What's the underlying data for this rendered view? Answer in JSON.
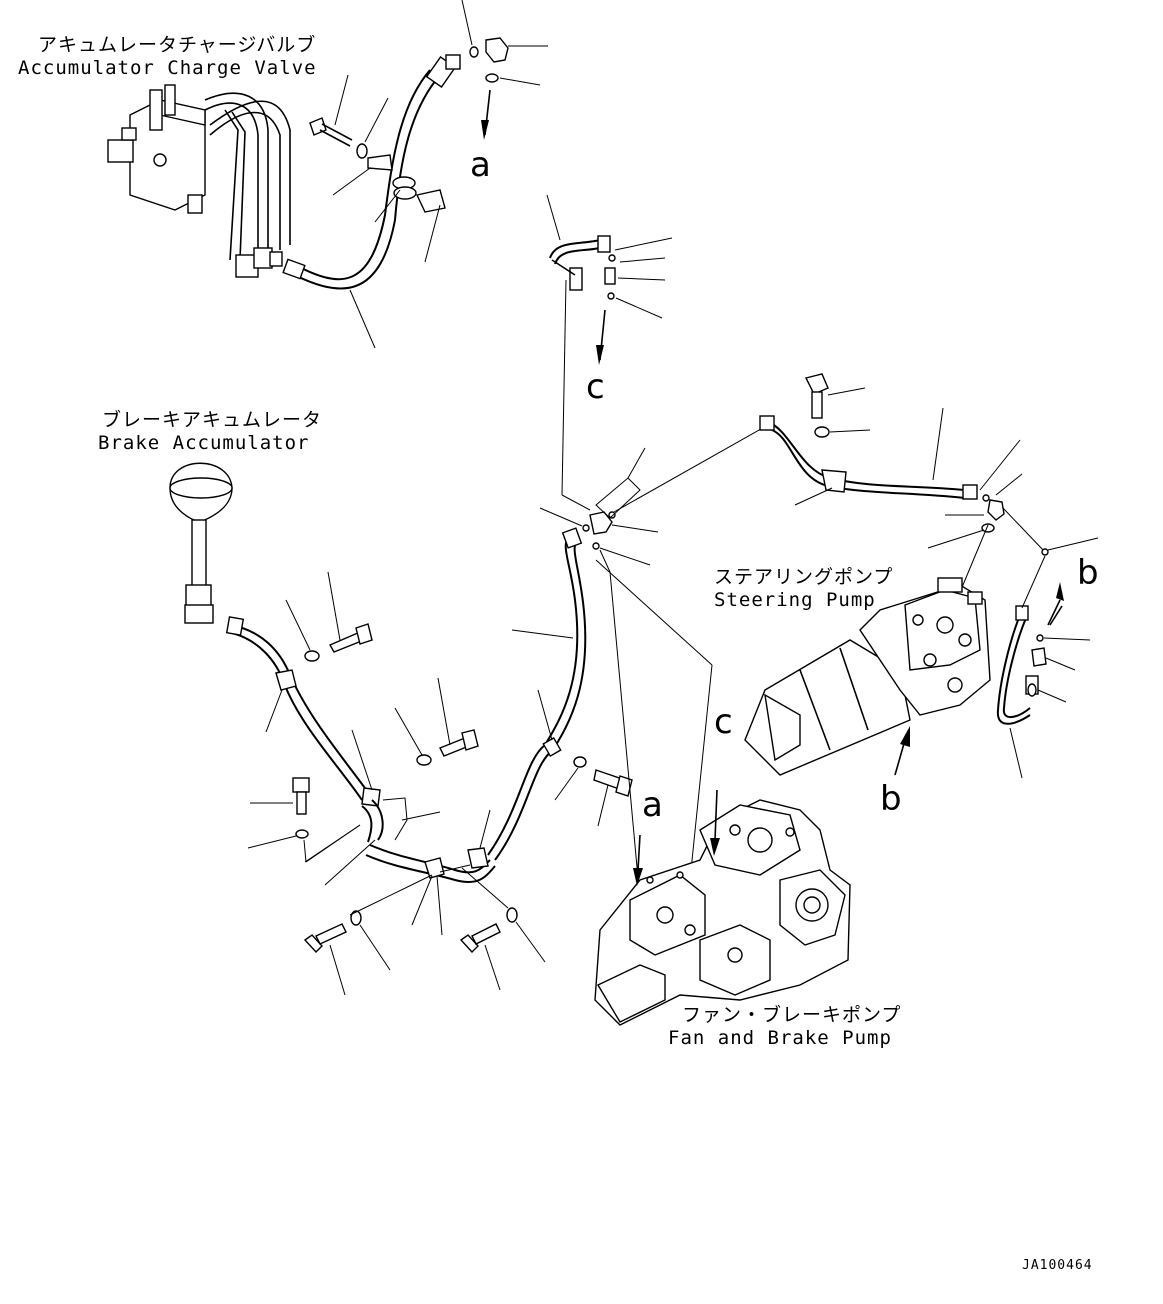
{
  "labels": {
    "accumulator_charge_valve_jp": "アキュムレータチャージバルブ",
    "accumulator_charge_valve_en": "Accumulator Charge Valve",
    "brake_accumulator_jp": "ブレーキアキュムレータ",
    "brake_accumulator_en": "Brake Accumulator",
    "steering_pump_jp": "ステアリングポンプ",
    "steering_pump_en": "Steering Pump",
    "fan_brake_pump_jp": "ファン・ブレーキポンプ",
    "fan_brake_pump_en": "Fan and Brake Pump"
  },
  "connection_letters": {
    "a_top": "a",
    "c_top": "c",
    "b_right": "b",
    "b_bottom": "b",
    "c_pump": "c",
    "a_pump": "a"
  },
  "drawing_code": "JA100464"
}
